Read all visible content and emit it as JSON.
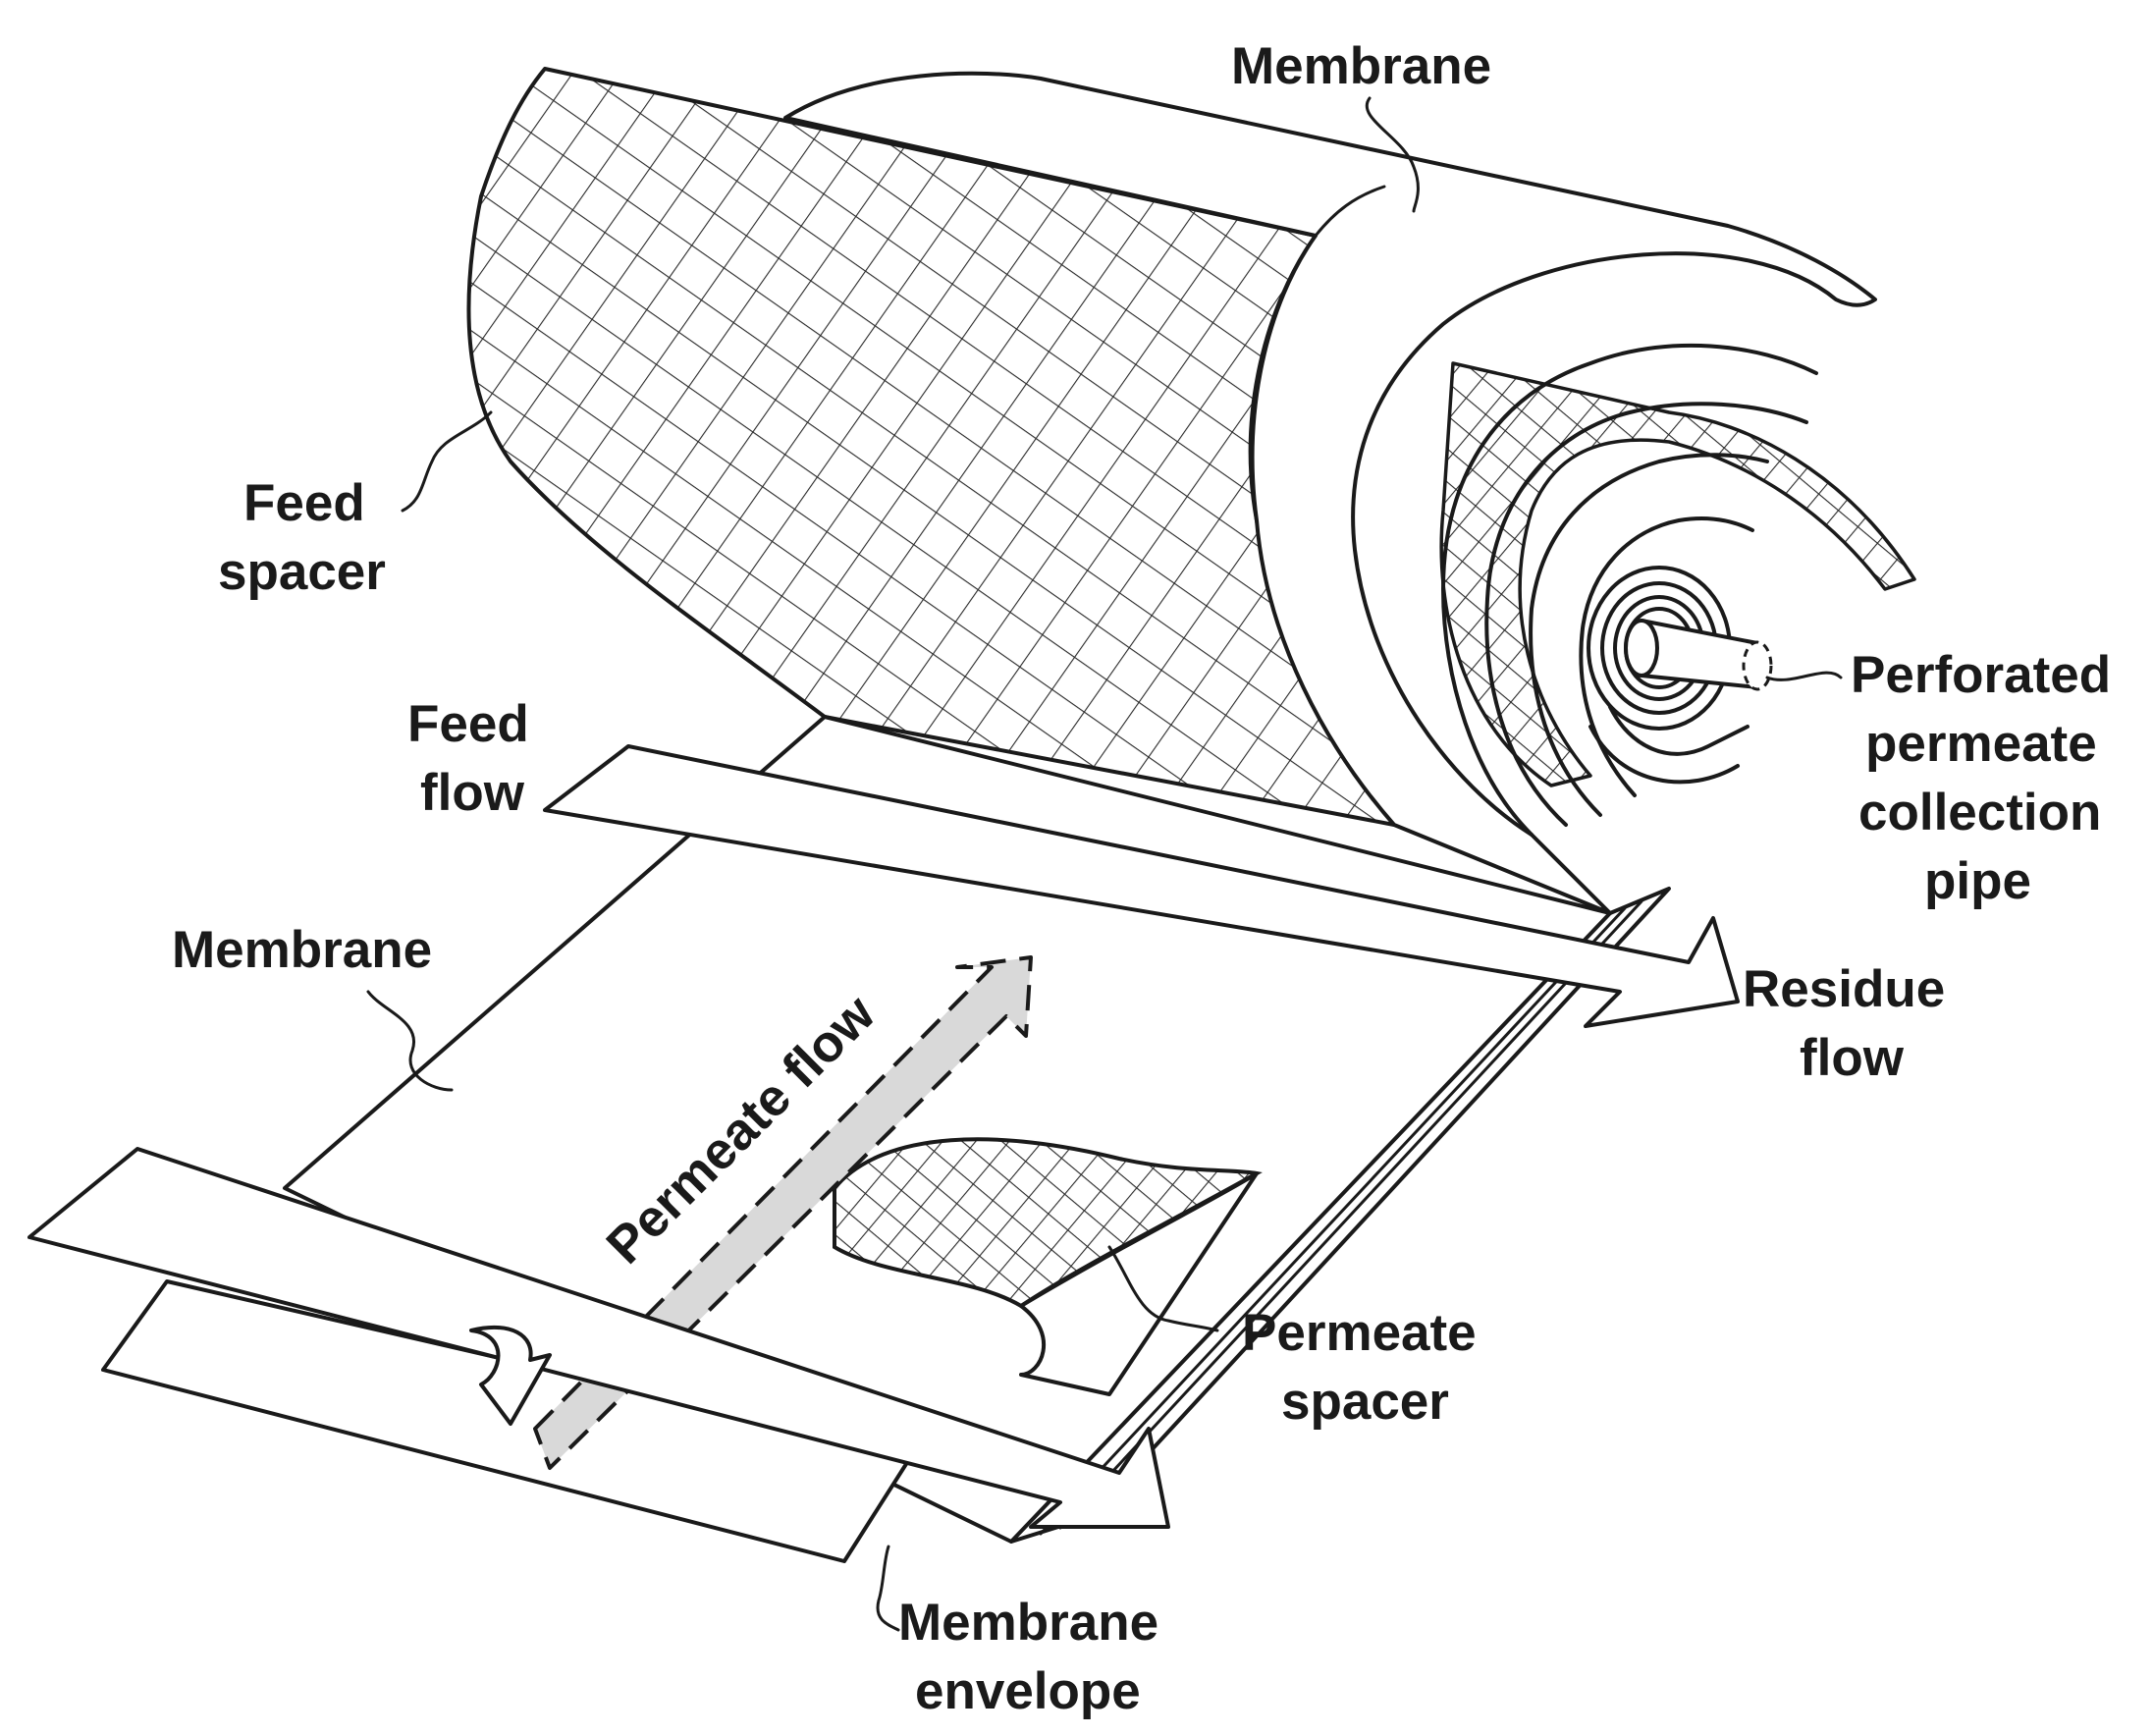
{
  "labels": {
    "membrane_top": "Membrane",
    "feed_spacer": [
      "Feed",
      "spacer"
    ],
    "feed_flow": [
      "Feed",
      "flow"
    ],
    "perforated_pipe": [
      "Perforated",
      "permeate",
      "collection",
      "pipe"
    ],
    "membrane_left": "Membrane",
    "permeate_flow": "Permeate flow",
    "residue_flow": [
      "Residue",
      "flow"
    ],
    "permeate_spacer": [
      "Permeate",
      "spacer"
    ],
    "membrane_envelope": [
      "Membrane",
      "envelope"
    ]
  },
  "colors": {
    "ink": "#1a1a1a",
    "background": "#ffffff",
    "permeate_arrow_fill": "#d9d9d9"
  }
}
